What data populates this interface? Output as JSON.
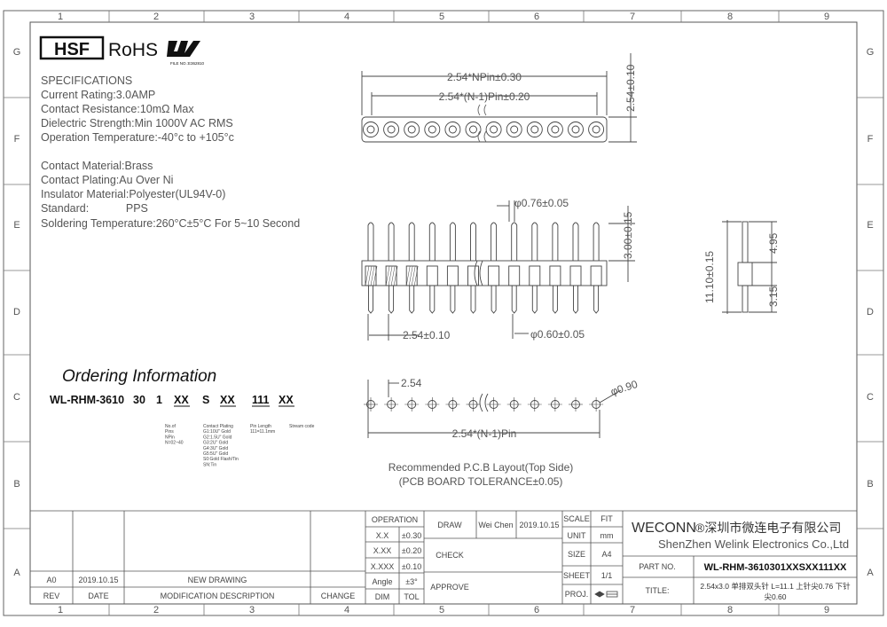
{
  "frame": {
    "columns": [
      "1",
      "2",
      "3",
      "4",
      "5",
      "6",
      "7",
      "8",
      "9"
    ],
    "rows": [
      "G",
      "F",
      "E",
      "D",
      "C",
      "B",
      "A"
    ]
  },
  "logos": {
    "hsf": "HSF",
    "rohs": "RoHS",
    "ul_text": "FILE NO.:E362810"
  },
  "specs": {
    "heading": "SPECIFICATIONS",
    "lines1": [
      "Current Rating:3.0AMP",
      "Contact Resistance:10mΩ Max",
      "Dielectric Strength:Min 1000V AC RMS",
      "Operation Temperature:-40°c to +105°c"
    ],
    "lines2": [
      "Contact Material:Brass",
      "Contact Plating:Au Over Ni",
      "Insulator Material:Polyester(UL94V-0)",
      "Standard:            PPS",
      "Soldering Temperature:260°C±5°C For 5~10 Second"
    ]
  },
  "top_view": {
    "dim_total": "2.54*NPin±0.30",
    "dim_pitch_total": "2.54*(N-1)Pin±0.20",
    "dim_height": "2.54±0.10"
  },
  "front_view": {
    "pin_dia_top": "φ0.76±0.05",
    "dim_upper": "3.00±0.15",
    "dim_pitch": "2.54±0.10",
    "pin_dia_bottom": "φ0.60±0.05"
  },
  "side_view": {
    "overall": "11.10±0.15",
    "upper": "4.95",
    "lower": "3.15"
  },
  "pcb_layout": {
    "pitch": "2.54",
    "hole": "φ0.90",
    "span": "2.54*(N-1)Pin",
    "caption1": "Recommended P.C.B Layout(Top Side)",
    "caption2": "(PCB BOARD TOLERANCE±0.05)"
  },
  "ordering": {
    "title": "Ordering Information",
    "code": [
      "WL-RHM-3610",
      "30",
      "1",
      "XX",
      "S",
      "XX",
      "111",
      "XX"
    ],
    "note_pins": [
      "No.of",
      "Pins",
      "NPin",
      "N=02~40"
    ],
    "note_plating": [
      "Contact Plating",
      "G1:10U\" Gold",
      "G2:1.5U\" Gold",
      "G3:2U\" Gold",
      "G4:3U\" Gold",
      "G5:5U\" Gold",
      "S0:Gold Flash/Tin",
      "SN:Tin"
    ],
    "note_length": [
      "Pin Length",
      "111=11.1mm"
    ],
    "note_stream": [
      "Stream code"
    ]
  },
  "title_block": {
    "operation": "OPERATION",
    "tolerances": [
      [
        "X.X",
        "±0.30"
      ],
      [
        "X.XX",
        "±0.20"
      ],
      [
        "X.XXX",
        "±0.10"
      ],
      [
        "Angle",
        "±3°"
      ],
      [
        "DIM",
        "TOL"
      ]
    ],
    "draw": "DRAW",
    "drawer": "Wei Chen",
    "date": "2019.10.15",
    "check": "CHECK",
    "approve": "APPROVE",
    "scale_label": "SCALE",
    "scale_value": "FIT",
    "unit_label": "UNIT",
    "unit_value": "mm",
    "size_label": "SIZE",
    "size_value": "A4",
    "sheet_label": "SHEET",
    "sheet_value": "1/1",
    "proj_label": "PROJ.",
    "company_en": "WECONN",
    "company_cn": "®深圳市微连电子有限公司",
    "company_full": "ShenZhen Welink Electronics Co.,Ltd",
    "part_label": "PART NO.",
    "part_no": "WL-RHM-3610301XXSXX111XX",
    "title_label": "TITLE:",
    "title_line1": "2.54x3.0 单排双头针 L=11.1 上针尖0.76 下针",
    "title_line2": "尖0.60"
  },
  "revision": {
    "row": [
      "A0",
      "2019.10.15",
      "NEW DRAWING",
      ""
    ],
    "headers": [
      "REV",
      "DATE",
      "MODIFICATION DESCRIPTION",
      "CHANGE"
    ]
  }
}
